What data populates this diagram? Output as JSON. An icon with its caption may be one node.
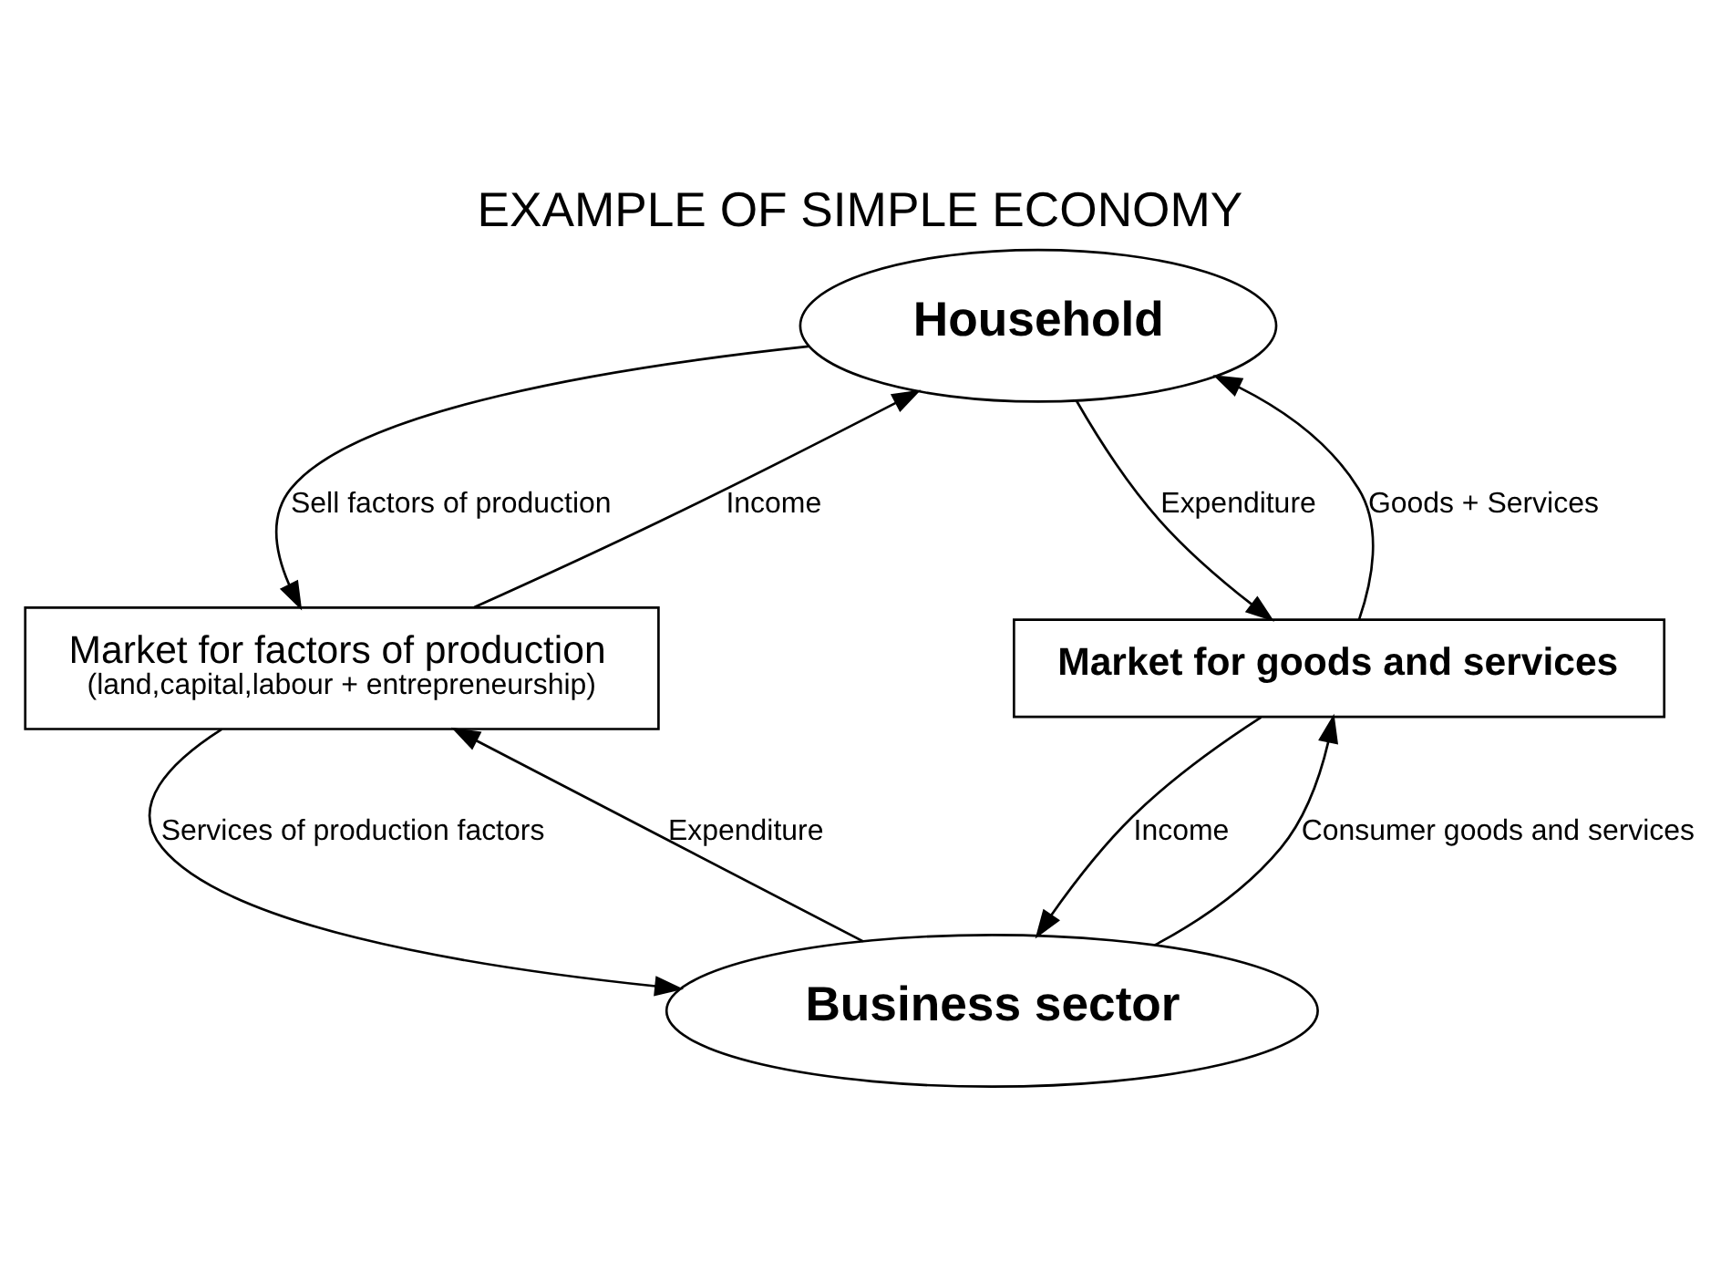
{
  "diagram": {
    "title": "EXAMPLE OF SIMPLE ECONOMY",
    "nodes": [
      {
        "text": [
          "Household"
        ]
      },
      {
        "text": [
          "Market for factors of production",
          "(land,capital,labour + entrepreneurship)"
        ]
      },
      {
        "text": [
          "Market for goods and services"
        ]
      },
      {
        "text": [
          "Business sector"
        ]
      }
    ],
    "edges": [
      {
        "from": 1,
        "to": 0,
        "arrow": "to",
        "label": "Income"
      },
      {
        "from": 0,
        "to": 1,
        "arrow": "to",
        "label": "Sell factors of production"
      },
      {
        "from": 0,
        "to": 2,
        "arrow": "to",
        "label": "Expenditure"
      },
      {
        "from": 2,
        "to": 0,
        "arrow": "to",
        "label": "Goods + Services"
      },
      {
        "from": 1,
        "to": 3,
        "arrow": "to",
        "label": "Services of production factors"
      },
      {
        "from": 3,
        "to": 1,
        "arrow": "to",
        "label": "Expenditure"
      },
      {
        "from": 3,
        "to": 2,
        "arrow": "to",
        "label": "Consumer goods and services"
      },
      {
        "from": 2,
        "to": 3,
        "arrow": "to",
        "label": "Income"
      }
    ]
  }
}
